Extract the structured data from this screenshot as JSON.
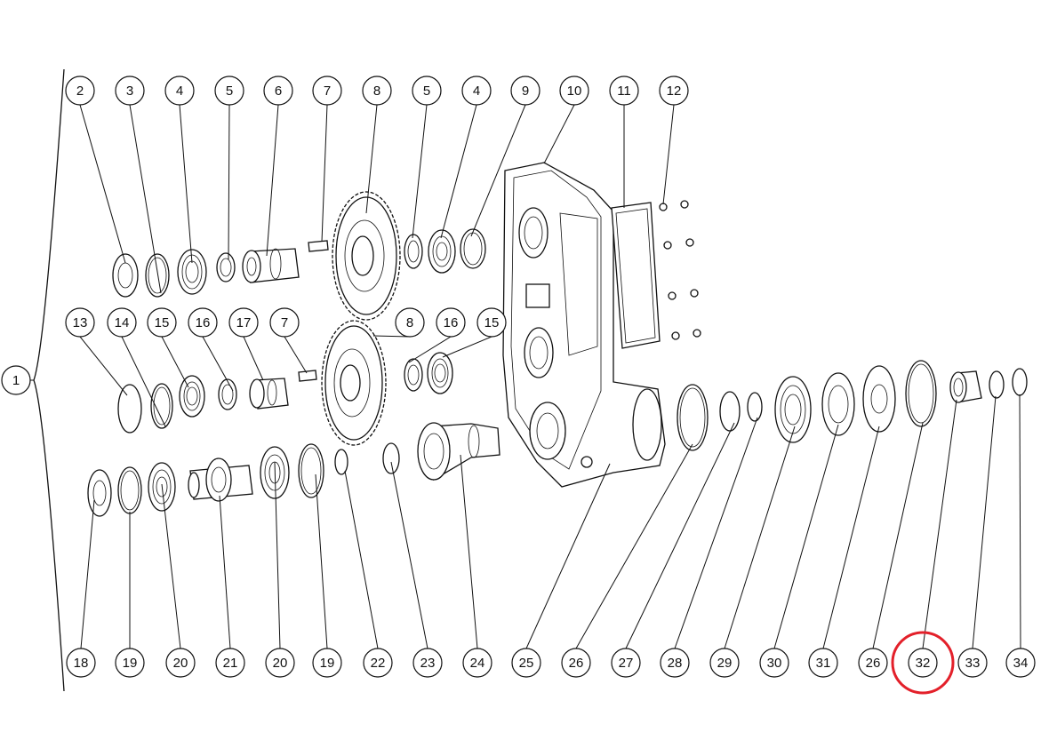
{
  "diagram": {
    "assembly_callout": "1",
    "top_row_callouts": [
      "2",
      "3",
      "4",
      "5",
      "6",
      "7",
      "8",
      "5",
      "4",
      "9",
      "10",
      "11",
      "12"
    ],
    "middle_row_callouts": [
      "13",
      "14",
      "15",
      "16",
      "17",
      "7",
      "8",
      "16",
      "15"
    ],
    "bottom_row_callouts": [
      "18",
      "19",
      "20",
      "21",
      "20",
      "19",
      "22",
      "23",
      "24",
      "25",
      "26",
      "27",
      "28",
      "29",
      "30",
      "31",
      "26",
      "32",
      "33",
      "34"
    ],
    "highlighted_callout": "32",
    "highlight_color": "#e3202a",
    "line_color": "#111111"
  }
}
